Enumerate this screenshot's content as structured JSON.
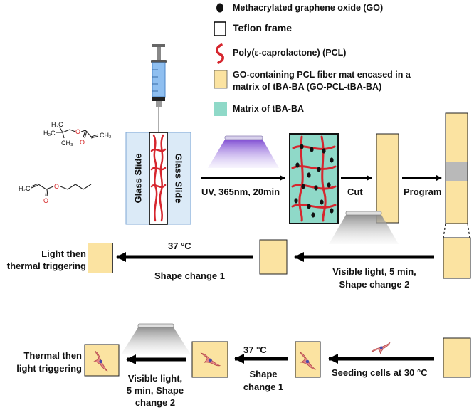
{
  "legend": {
    "go": "Methacrylated graphene oxide (GO)",
    "teflon": "Teflon frame",
    "pcl": "Poly(ε-caprolactone) (PCL)",
    "mat_line1": "GO-containing PCL fiber mat encased in a",
    "mat_line2": "matrix of tBA-BA (GO-PCL-tBA-BA)",
    "matrix": "Matrix of tBA-BA"
  },
  "monomer1": {
    "atoms": {
      "h3c_top": "H₃C",
      "h3c_left": "H₃C",
      "ch3": "CH₃",
      "o_ring": "O",
      "o_carbonyl": "O",
      "ch2": "CH₂"
    }
  },
  "monomer2": {
    "atoms": {
      "h2c": "H₂C",
      "o_carbonyl": "O",
      "o_ring": "O"
    }
  },
  "mold": {
    "slide_left": "Glass Slide",
    "slide_right": "Glass Slide"
  },
  "row1": {
    "uv_label": "UV, 365nm, 20min",
    "cut_label": "Cut",
    "program_label": "Program"
  },
  "row2": {
    "temp": "37 °C",
    "change1": "Shape change 1",
    "visible_line1": "Visible light, 5 min,",
    "visible_line2": "Shape change 2",
    "title_line1": "Light then",
    "title_line2": "thermal triggering"
  },
  "row3": {
    "seeding": "Seeding cells at 30 °C",
    "temp": "37 °C",
    "change1_line1": "Shape",
    "change1_line2": "change 1",
    "visible_line1": "Visible light,",
    "visible_line2": "5 min, Shape",
    "visible_line3": "change 2",
    "title_line1": "Thermal then",
    "title_line2": "light triggering"
  },
  "colors": {
    "fiber_mat": "#fbe3a1",
    "matrix": "#8fd9c8",
    "pcl_red": "#d6262e",
    "glass": "#dbeaf7",
    "glass_border": "#7ea7d6",
    "uv_light": "#8a5bd6",
    "visible_light": "#9a9a9a",
    "stretched_band": "#b9b9b9",
    "cell": "#e07c7c",
    "oxygen_red": "#d42020"
  },
  "icons": [
    "syringe-icon",
    "uv-lamp-icon",
    "visible-lamp-icon",
    "cell-icon",
    "pcl-fiber-icon"
  ]
}
